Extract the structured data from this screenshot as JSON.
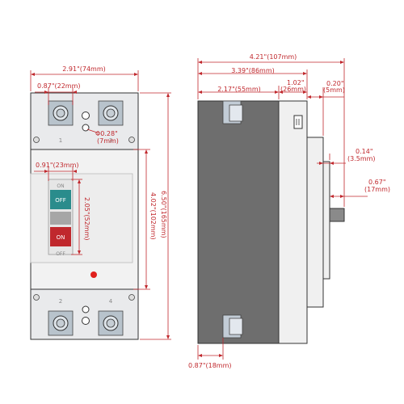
{
  "front_view": {
    "dims": {
      "overall_width": "2.91\"(74mm)",
      "terminal_spacing": "0.87\"(22mm)",
      "hole_diameter_in": "Φ0.28\"",
      "hole_diameter_mm": "(7mm)",
      "switch_width": "0.91\"(23mm)",
      "switch_height": "2.05\"(52mm)",
      "body_height": "4.02\"(102mm)",
      "overall_height": "6.50\"(165mm)"
    },
    "labels": {
      "terminal_top_1": "1",
      "terminal_top_3": "3",
      "terminal_bottom_2": "2",
      "terminal_bottom_4": "4",
      "state_on_top": "ON",
      "state_off_bottom": "OFF",
      "button_off": "OFF",
      "button_on": "ON"
    }
  },
  "side_view": {
    "dims": {
      "overall_depth": "4.21\"(107mm)",
      "step_depth": "3.39\"(86mm)",
      "base_depth": "2.17\"(55mm)",
      "middle_depth_in": "1.02\"",
      "middle_depth_mm": "(26mm)",
      "front_step_in": "0.20\"",
      "front_step_mm": "(5mm)",
      "handle_step_in": "0.14\"",
      "handle_step_mm": "(3.5mm)",
      "handle_length_in": "0.67\"",
      "handle_length_mm": "(17mm)",
      "terminal_offset": "0.87\"(18mm)"
    }
  },
  "colors": {
    "dimension": "#c0282d",
    "off_button": "#2a8c8c",
    "on_button": "#c0282d",
    "indicator": "#e0201c",
    "side_body": "#6e6e6e"
  }
}
